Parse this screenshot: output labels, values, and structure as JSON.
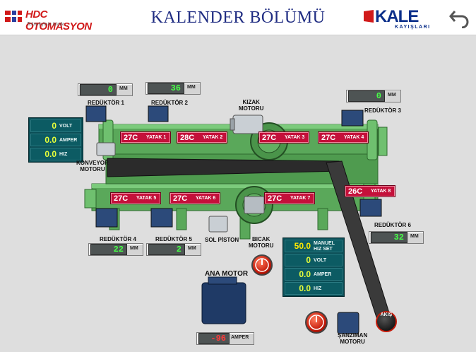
{
  "header": {
    "title": "KALENDER BÖLÜMÜ",
    "left_logo_brand": "HDC OTOMASYON",
    "left_logo_tagline": "Teknolojinin izinde...",
    "right_logo_brand": "KALE",
    "right_logo_sub": "KAYIŞLARI"
  },
  "unit_mm": "MM",
  "reducers": [
    {
      "id": "r1",
      "label": "REDÜKTÖR 1",
      "value": "0"
    },
    {
      "id": "r2",
      "label": "REDÜKTÖR 2",
      "value": "36"
    },
    {
      "id": "r3",
      "label": "REDÜKTÖR 3",
      "value": "0"
    },
    {
      "id": "r4",
      "label": "REDÜKTÖR 4",
      "value": "22"
    },
    {
      "id": "r5",
      "label": "REDÜKTÖR 5",
      "value": "2"
    },
    {
      "id": "r6",
      "label": "REDÜKTÖR 6",
      "value": "32"
    }
  ],
  "conveyor_box": {
    "volt": "0",
    "volt_label": "VOLT",
    "amper": "0.0",
    "amper_label": "AMPER",
    "hiz": "0.0",
    "hiz_label": "HIZ"
  },
  "cutter_box": {
    "manual_speed": "50.0",
    "manual_speed_label": "MANUEL\nHIZ SET",
    "volt": "0",
    "volt_label": "VOLT",
    "amper": "0.0",
    "amper_label": "AMPER",
    "hiz": "0.0",
    "hiz_label": "HIZ"
  },
  "bearings": [
    {
      "label": "YATAK 1",
      "temp": "27C"
    },
    {
      "label": "YATAK 2",
      "temp": "28C"
    },
    {
      "label": "YATAK 3",
      "temp": "27C"
    },
    {
      "label": "YATAK 4",
      "temp": "27C"
    },
    {
      "label": "YATAK 5",
      "temp": "27C"
    },
    {
      "label": "YATAK 6",
      "temp": "27C"
    },
    {
      "label": "YATAK 7",
      "temp": "27C"
    },
    {
      "label": "YATAK 8",
      "temp": "26C"
    }
  ],
  "labels": {
    "kizak_motoru": "KIZAK\nMOTORU",
    "konveyor_motoru": "KONVEYOR\nMOTORU",
    "sol_piston": "SOL PİSTON",
    "bicak_motoru": "BICAK\nMOTORU",
    "ana_motor": "ANA MOTOR",
    "sanziman_motoru": "ŞANZIMAN\nMOTORU"
  },
  "main_motor": {
    "amper": "-96",
    "amper_label": "AMPER"
  },
  "buttons": {
    "akis": "AKIŞ"
  },
  "colors": {
    "frame": "#5aa85a",
    "bearing": "#c4103a",
    "panel_teal": "#0a4d55",
    "value_text": "#47ff47"
  }
}
